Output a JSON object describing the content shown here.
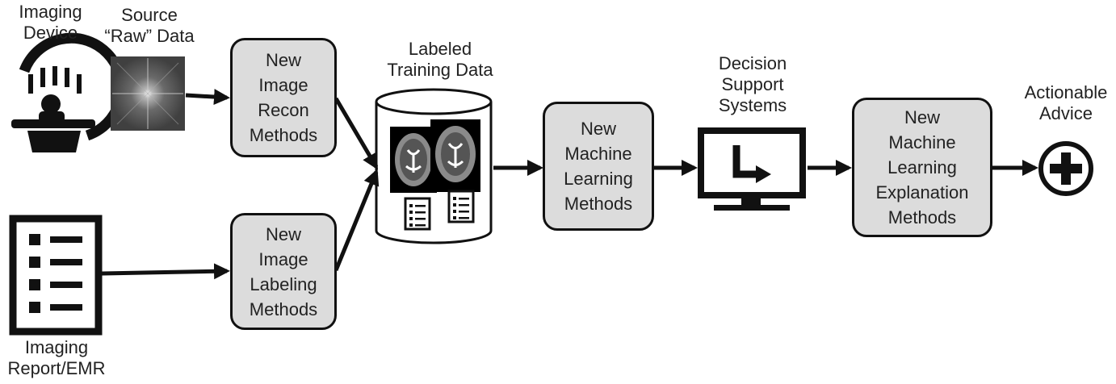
{
  "labels": {
    "imaging_device": [
      "Imaging",
      "Device"
    ],
    "source_raw": [
      "Source",
      "“Raw” Data"
    ],
    "labeled_training": [
      "Labeled",
      "Training Data"
    ],
    "decision_support": [
      "Decision",
      "Support",
      "Systems"
    ],
    "actionable_advice": [
      "Actionable",
      "Advice"
    ],
    "imaging_report": [
      "Imaging",
      "Report/EMR"
    ]
  },
  "boxes": {
    "recon": [
      "New",
      "Image",
      "Recon",
      "Methods"
    ],
    "labeling": [
      "New",
      "Image",
      "Labeling",
      "Methods"
    ],
    "ml": [
      "New",
      "Machine",
      "Learning",
      "Methods"
    ],
    "explain": [
      "New",
      "Machine",
      "Learning",
      "Explanation",
      "Methods"
    ]
  },
  "colors": {
    "box_fill": "#dcdcdc",
    "stroke": "#111111",
    "text": "#222222"
  },
  "icons": [
    "scanner-icon",
    "kspace-image",
    "report-icon",
    "database-icon",
    "brain-mri-image",
    "monitor-icon",
    "plus-icon"
  ]
}
